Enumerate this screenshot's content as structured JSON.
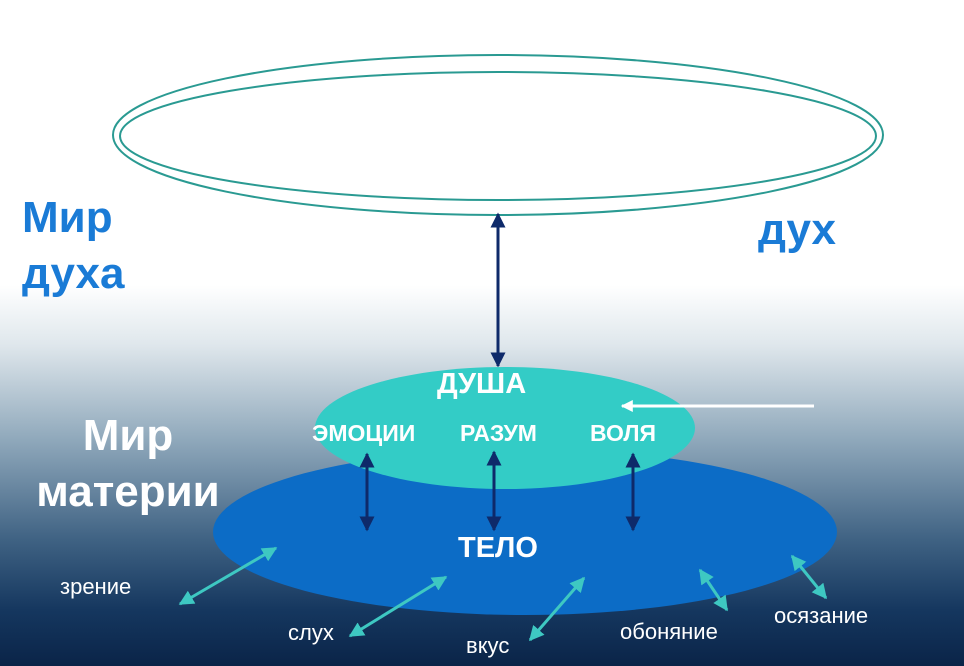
{
  "labels": {
    "world_spirit": [
      "Мир",
      "духа"
    ],
    "world_matter": [
      "Мир",
      "материи"
    ],
    "spirit": "дух",
    "soul": "ДУША",
    "faculties": [
      "ЭМОЦИИ",
      "РАЗУМ",
      "ВОЛЯ"
    ],
    "body": "ТЕЛО",
    "senses": [
      "зрение",
      "слух",
      "вкус",
      "обоняние",
      "осязание"
    ]
  },
  "colors": {
    "world_spirit_text": "#1a7bd6",
    "spirit_ring": "#2a9a92",
    "soul_ellipse": "#33ccc6",
    "body_ellipse": "#0c6cc6",
    "connector_arrow": "#0e2a6a",
    "sense_arrow": "#3ec8c2",
    "external_arrow": "#ffffff"
  }
}
